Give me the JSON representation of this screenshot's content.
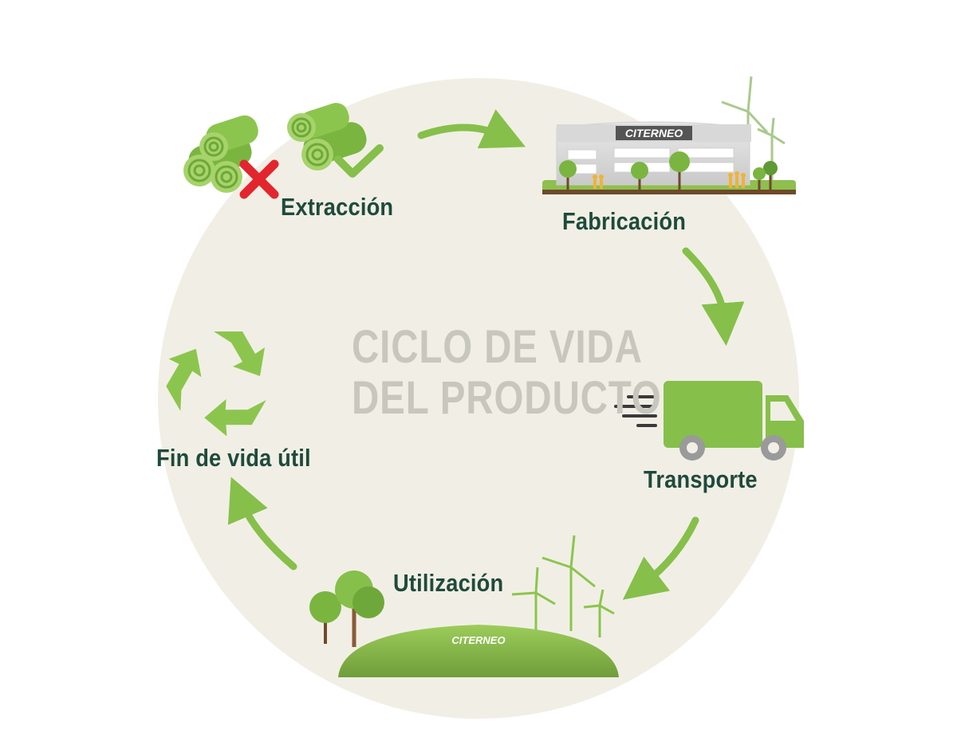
{
  "title": {
    "line1": "CICLO DE VIDA",
    "line2": "DEL PRODUCTO"
  },
  "stages": {
    "extraction": "Extracción",
    "manufacturing": "Fabricación",
    "transport": "Transporte",
    "use": "Utilización",
    "end_of_life": "Fin de vida útil"
  },
  "brand": "CITERNEO",
  "colors": {
    "background_circle": "#f1efe5",
    "accent_green": "#86bf4a",
    "label_text": "#1f4a3c",
    "title_text": "#c8c7bd",
    "cross_red": "#e3262d",
    "truck_wheel": "#9a9a9a"
  },
  "icons": {
    "extraction": "rolls-with-cross-and-check-icon",
    "manufacturing": "factory-with-wind-turbines-icon",
    "transport": "delivery-truck-icon",
    "use": "green-hill-tank-with-trees-icon",
    "end_of_life": "recycle-icon"
  }
}
